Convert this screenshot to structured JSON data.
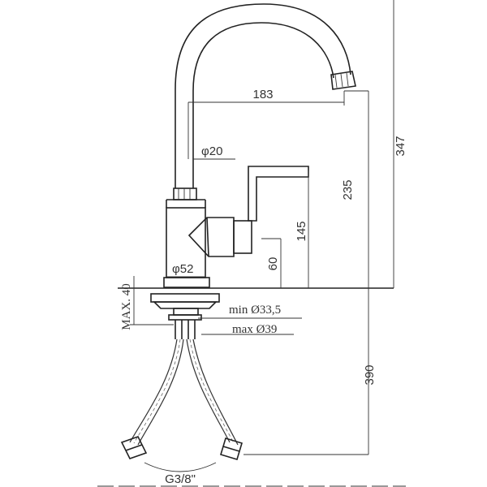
{
  "drawing": {
    "labels": {
      "spout_reach": "183",
      "spout_diameter": "φ20",
      "total_height": "347",
      "spout_height": "235",
      "lever_height": "145",
      "body_height": "60",
      "base_diameter": "φ52",
      "max_deck_thickness": "MAX. 40",
      "min_hole": "min Ø33,5",
      "max_hole": "max Ø39",
      "hose_length": "390",
      "connection_thread": "G3/8\""
    }
  }
}
